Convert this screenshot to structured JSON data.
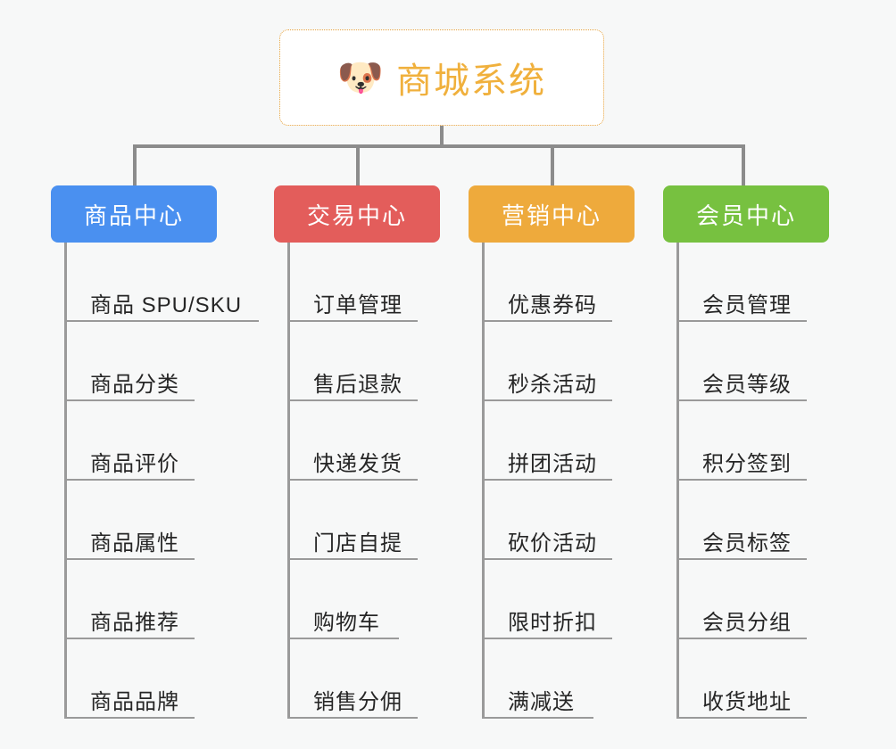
{
  "root": {
    "icon": "dog-face-emoji",
    "icon_glyph": "🐶",
    "title": "商城系统",
    "color": "#f0b03c",
    "border_color": "#e6a23c"
  },
  "branches": [
    {
      "title": "商品中心",
      "color": "#4a90f0",
      "items": [
        "商品 SPU/SKU",
        "商品分类",
        "商品评价",
        "商品属性",
        "商品推荐",
        "商品品牌"
      ]
    },
    {
      "title": "交易中心",
      "color": "#e35d5b",
      "items": [
        "订单管理",
        "售后退款",
        "快递发货",
        "门店自提",
        "购物车",
        "销售分佣"
      ]
    },
    {
      "title": "营销中心",
      "color": "#eeaa3c",
      "items": [
        "优惠券码",
        "秒杀活动",
        "拼团活动",
        "砍价活动",
        "限时折扣",
        "满减送"
      ]
    },
    {
      "title": "会员中心",
      "color": "#77c140",
      "items": [
        "会员管理",
        "会员等级",
        "积分签到",
        "会员标签",
        "会员分组",
        "收货地址"
      ]
    }
  ]
}
